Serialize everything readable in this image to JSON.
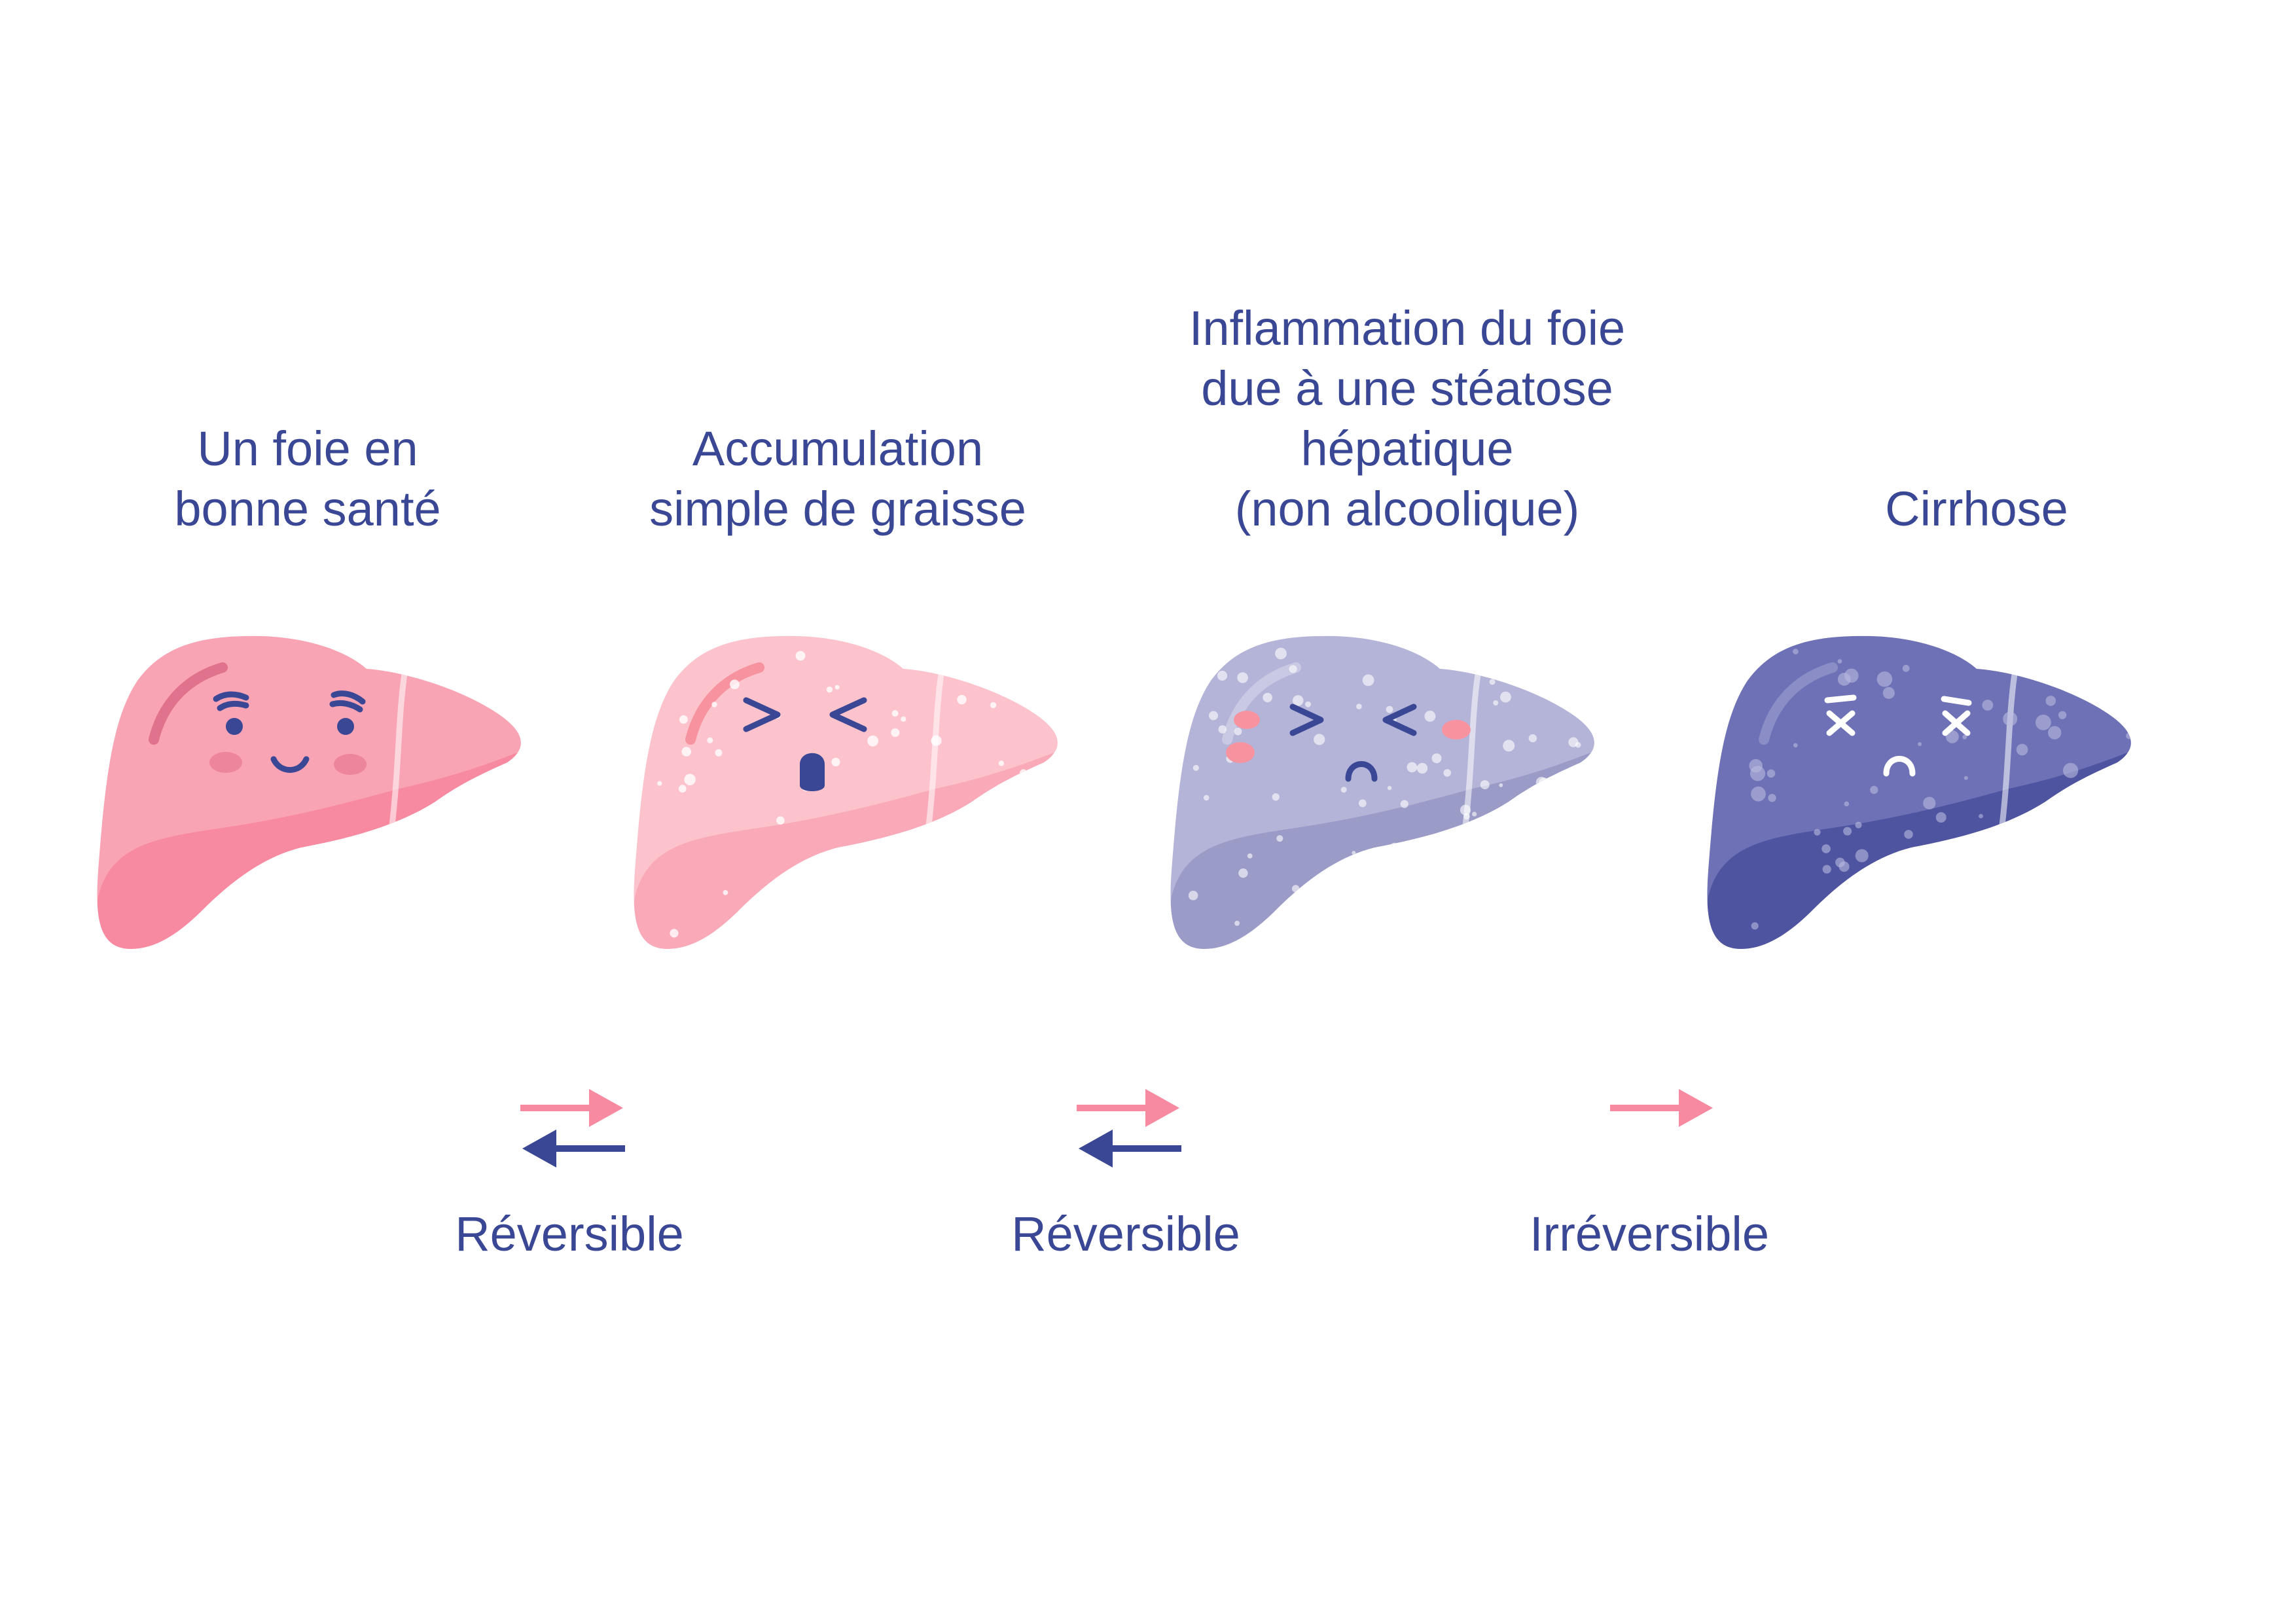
{
  "stages": [
    {
      "title": "Un foie en\nbonne santé",
      "face": "happy",
      "colors": {
        "main": "#f9a4b4",
        "shade": "#f78aa0",
        "highlight": "#e0728d",
        "face": "#3a4795",
        "cheek": "#e87b95",
        "spots": ""
      }
    },
    {
      "title": "Accumulation\nsimple de graisse",
      "face": "shocked",
      "colors": {
        "main": "#fcc3cd",
        "shade": "#f9a9b8",
        "highlight": "#f7929f",
        "face": "#3a4795",
        "cheek": "",
        "spots": "#ffffff"
      }
    },
    {
      "title": "Inflammation du foie\ndue à une stéatose\nhépatique\n(non alcoolique)",
      "face": "sad",
      "colors": {
        "main": "#b4b4d8",
        "shade": "#9b9bc8",
        "highlight": "#c9c9e4",
        "face": "#3a4795",
        "cheek": "#f7929f",
        "spots": "#ffffff"
      }
    },
    {
      "title": "Cirrhose",
      "face": "dead",
      "colors": {
        "main": "#6e71b5",
        "shade": "#4f54a0",
        "highlight": "#8b8ec6",
        "face": "#ffffff",
        "cheek": "",
        "spots": "#b9bbe0"
      }
    }
  ],
  "transitions": [
    {
      "label": "Réversible",
      "type": "reversible"
    },
    {
      "label": "Réversible",
      "type": "reversible"
    },
    {
      "label": "Irréversible",
      "type": "irreversible"
    }
  ],
  "colors": {
    "title_text": "#3a4795",
    "forward_arrow": "#f78aa0",
    "backward_arrow": "#3a4795"
  }
}
